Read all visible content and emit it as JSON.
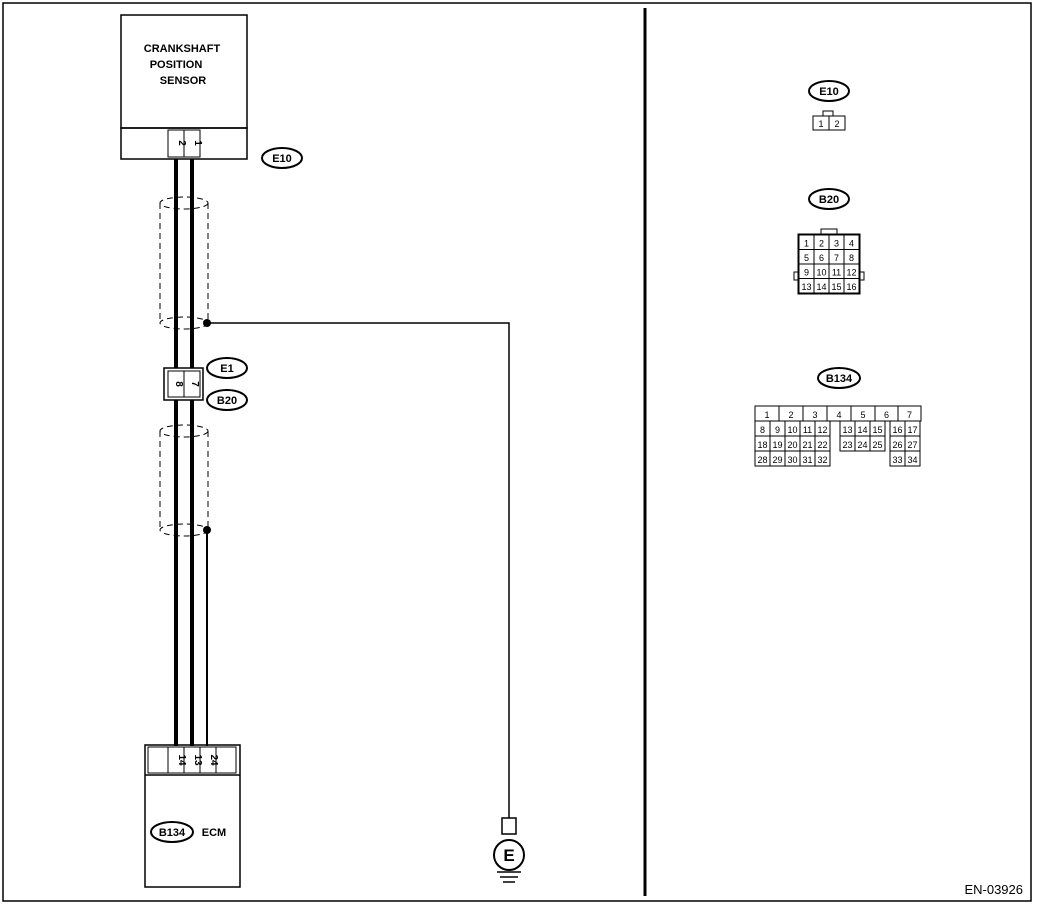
{
  "sensor": {
    "line1": "CRANKSHAFT",
    "line2": "POSITION",
    "line3": "SENSOR",
    "connector": "E10",
    "pins": [
      "2",
      "1"
    ]
  },
  "junction": {
    "connector_top": "E1",
    "connector_bottom": "B20",
    "pins": [
      "8",
      "7"
    ]
  },
  "ecm": {
    "connector": "B134",
    "label": "ECM",
    "pins": [
      "14",
      "13",
      "24"
    ]
  },
  "ground": {
    "symbol": "E"
  },
  "connector_views": [
    {
      "name": "E10",
      "rows": [
        [
          "1",
          "2"
        ]
      ]
    },
    {
      "name": "B20",
      "rows": [
        [
          "1",
          "2",
          "3",
          "4"
        ],
        [
          "5",
          "6",
          "7",
          "8"
        ],
        [
          "9",
          "10",
          "11",
          "12"
        ],
        [
          "13",
          "14",
          "15",
          "16"
        ]
      ]
    },
    {
      "name": "B134",
      "rows": [
        [
          "1",
          "2",
          "3",
          "4",
          "5",
          "6",
          "7"
        ],
        [
          "8",
          "9",
          "10",
          "11",
          "12",
          "13",
          "14",
          "15",
          "16",
          "17"
        ],
        [
          "18",
          "19",
          "20",
          "21",
          "22",
          "23",
          "24",
          "25",
          "26",
          "27"
        ],
        [
          "28",
          "29",
          "30",
          "31",
          "32",
          "33",
          "34"
        ]
      ]
    }
  ],
  "figure_code": "EN-03926"
}
